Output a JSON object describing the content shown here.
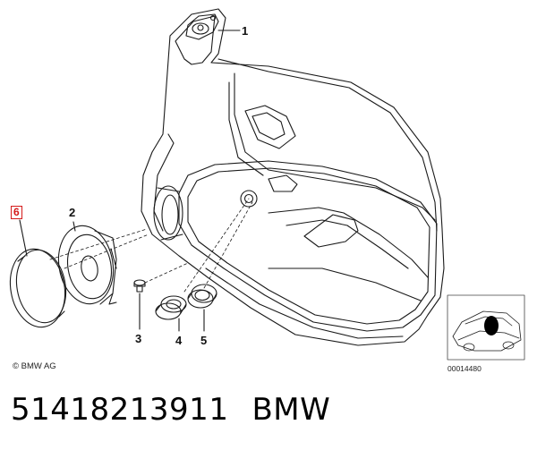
{
  "callouts": {
    "c6": "6",
    "c2": "2",
    "c1": "1",
    "c3": "3",
    "c4": "4",
    "c5": "5"
  },
  "copyright": "© BMW AG",
  "reference_number": "00014480",
  "footer": {
    "part_number": "51418213911",
    "brand": "BMW"
  },
  "colors": {
    "line": "#1a1a1a",
    "highlight_box": "#d41a1a",
    "inset_marker": "#000000"
  }
}
